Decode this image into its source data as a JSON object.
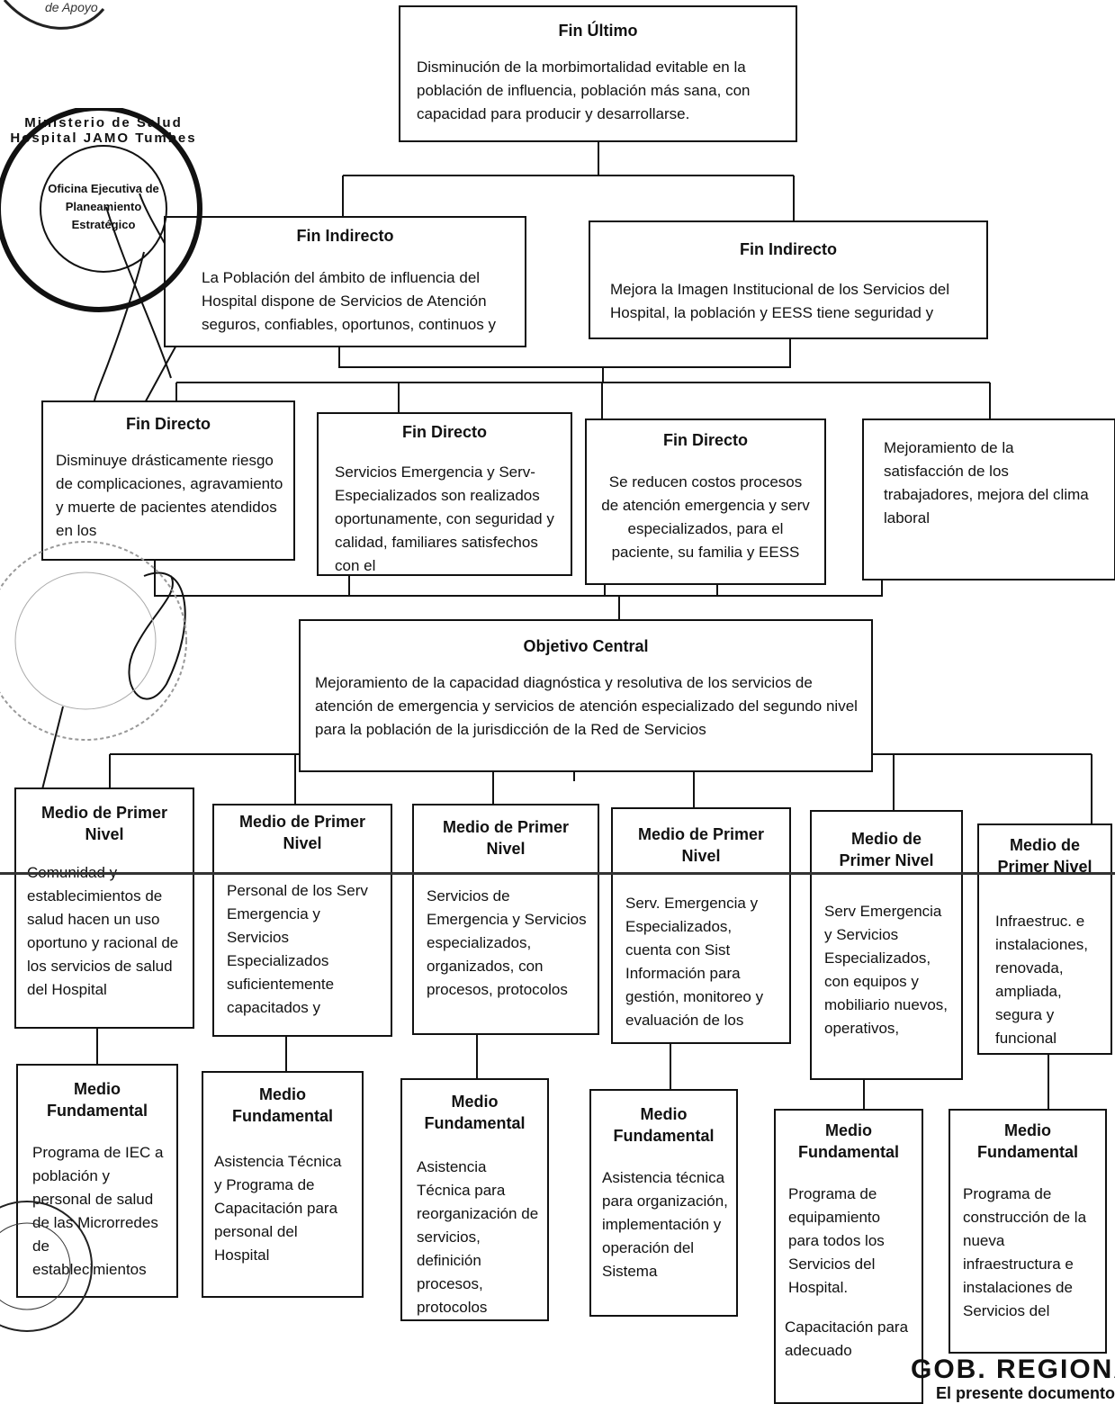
{
  "fin_ultimo": {
    "title": "Fin Último",
    "text": "Disminución de la morbimortalidad evitable en la población de influencia, población más sana, con capacidad para producir y desarrollarse."
  },
  "fines_indirectos": [
    {
      "title": "Fin Indirecto",
      "text": "La Población del ámbito de influencia del Hospital dispone de Servicios de Atención seguros, confiables, oportunos, continuos y"
    },
    {
      "title": "Fin Indirecto",
      "text": "Mejora la Imagen Institucional de los Servicios del Hospital, la población y EESS tiene seguridad y"
    }
  ],
  "fines_directos": [
    {
      "title": "Fin Directo",
      "text": "Disminuye drásticamente riesgo de complicaciones, agravamiento y muerte de pacientes atendidos en los"
    },
    {
      "title": "Fin Directo",
      "text": "Servicios Emergencia y Serv-Especializados son realizados oportunamente, con seguridad y calidad, familiares satisfechos con el"
    },
    {
      "title": "Fin Directo",
      "text": "Se reducen costos procesos de atención emergencia y serv especializados, para el paciente, su familia y EESS"
    },
    {
      "title": "",
      "text": "Mejoramiento de la satisfacción de los trabajadores, mejora del clima laboral"
    }
  ],
  "objetivo_central": {
    "title": "Objetivo Central",
    "text": "Mejoramiento de la capacidad diagnóstica y resolutiva de los servicios de atención de emergencia y servicios de atención especializado del segundo nivel para la población de la jurisdicción de la Red de Servicios"
  },
  "medios_primer_nivel": [
    {
      "title": "Medio de Primer Nivel",
      "text": "Comunidad y establecimientos de salud hacen un uso oportuno y racional de los servicios de salud del Hospital"
    },
    {
      "title": "Medio de Primer Nivel",
      "text": "Personal de los Serv Emergencia y Servicios Especializados suficientemente capacitados y"
    },
    {
      "title": "Medio de Primer Nivel",
      "text": "Servicios de Emergencia y Servicios especializados, organizados, con procesos, protocolos"
    },
    {
      "title": "Medio de Primer Nivel",
      "text": "Serv. Emergencia y Especializados, cuenta con Sist Información para gestión, monitoreo y evaluación de los"
    },
    {
      "title": "Medio de Primer Nivel",
      "text": "Serv Emergencia y Servicios Especializados, con equipos y mobiliario nuevos, operativos,"
    },
    {
      "title": "Medio de Primer Nivel",
      "text": "Infraestruc. e instalaciones, renovada, ampliada, segura y funcional"
    }
  ],
  "medios_fundamentales": [
    {
      "title": "Medio Fundamental",
      "text": "Programa de IEC a población y personal de salud de las Microrredes de establecimientos"
    },
    {
      "title": "Medio Fundamental",
      "text": "Asistencia Técnica y Programa de Capacitación para personal del Hospital"
    },
    {
      "title": "Medio Fundamental",
      "text": "Asistencia Técnica para reorganización de servicios, definición procesos, protocolos"
    },
    {
      "title": "Medio Fundamental",
      "text": "Asistencia técnica para organización, implementación y operación del Sistema"
    },
    {
      "title": "Medio Fundamental",
      "text": "Programa de equipamiento para todos los Servicios del Hospital.",
      "text2": "Capacitación para adecuado"
    },
    {
      "title": "Medio Fundamental",
      "text": "Programa de construcción de la nueva infraestructura e instalaciones de Servicios del"
    }
  ],
  "stamp_text": {
    "top_left_arc": "de Apoyo",
    "seal_ring": "Ministerio de Salud Hospital JAMO Tumbes",
    "seal_center": "Oficina Ejecutiva de Planeamiento Estratégico",
    "bottom_right": "GOB. REGIONAL",
    "bottom_right_2": "El presente documento"
  }
}
